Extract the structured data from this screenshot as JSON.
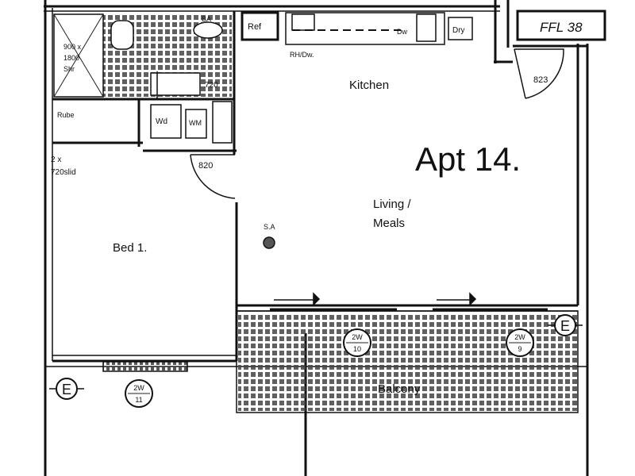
{
  "plan": {
    "unit_title": "Apt 14.",
    "ffl_label": "FFL 38",
    "rooms": {
      "kitchen": "Kitchen",
      "living_line1": "Living /",
      "living_line2": "Meals",
      "bed": "Bed 1.",
      "balcony": "Balcony"
    },
    "fixtures": {
      "ref": "Ref",
      "rh_dw": "RH/Dw.",
      "dw": "Dw",
      "dry": "Dry",
      "ba": "BA",
      "wd_small": "Wd",
      "wm": "WM",
      "rube": "Rube",
      "shower_note_1": "900 x",
      "shower_note_2": "1800",
      "shower_note_3": "Shr",
      "wardrobe_note_1": "2 x",
      "wardrobe_note_2": "720slid",
      "sa": "S.A"
    },
    "doors": {
      "d823": "823",
      "d820": "820",
      "d720": "720"
    },
    "window_tags": [
      {
        "top": "2W",
        "bottom": "10"
      },
      {
        "top": "2W",
        "bottom": "9"
      },
      {
        "top": "2W",
        "bottom": "11"
      }
    ],
    "exits": [
      "E",
      "E"
    ]
  }
}
